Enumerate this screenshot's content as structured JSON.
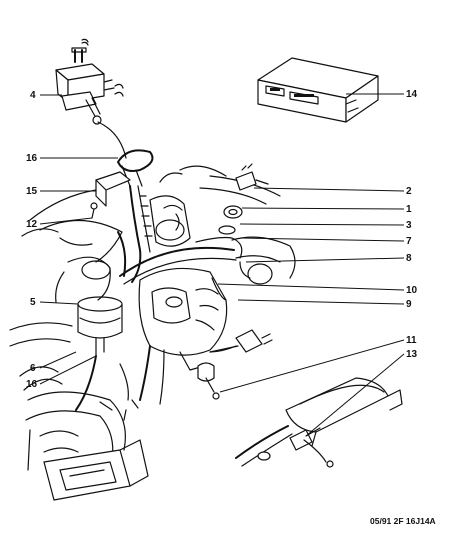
{
  "callouts": [
    {
      "id": "c-1",
      "text": "1"
    },
    {
      "id": "c-2",
      "text": "2"
    },
    {
      "id": "c-3",
      "text": "3"
    },
    {
      "id": "c-4",
      "text": "4"
    },
    {
      "id": "c-5",
      "text": "5"
    },
    {
      "id": "c-6",
      "text": "6"
    },
    {
      "id": "c-7",
      "text": "7"
    },
    {
      "id": "c-8",
      "text": "8"
    },
    {
      "id": "c-9",
      "text": "9"
    },
    {
      "id": "c-10",
      "text": "10"
    },
    {
      "id": "c-11",
      "text": "11"
    },
    {
      "id": "c-12",
      "text": "12"
    },
    {
      "id": "c-13",
      "text": "13"
    },
    {
      "id": "c-14",
      "text": "14"
    },
    {
      "id": "c-15",
      "text": "15"
    },
    {
      "id": "c-16a",
      "text": "16"
    },
    {
      "id": "c-16b",
      "text": "16"
    }
  ],
  "footer": "05/91  2F 16J14A"
}
